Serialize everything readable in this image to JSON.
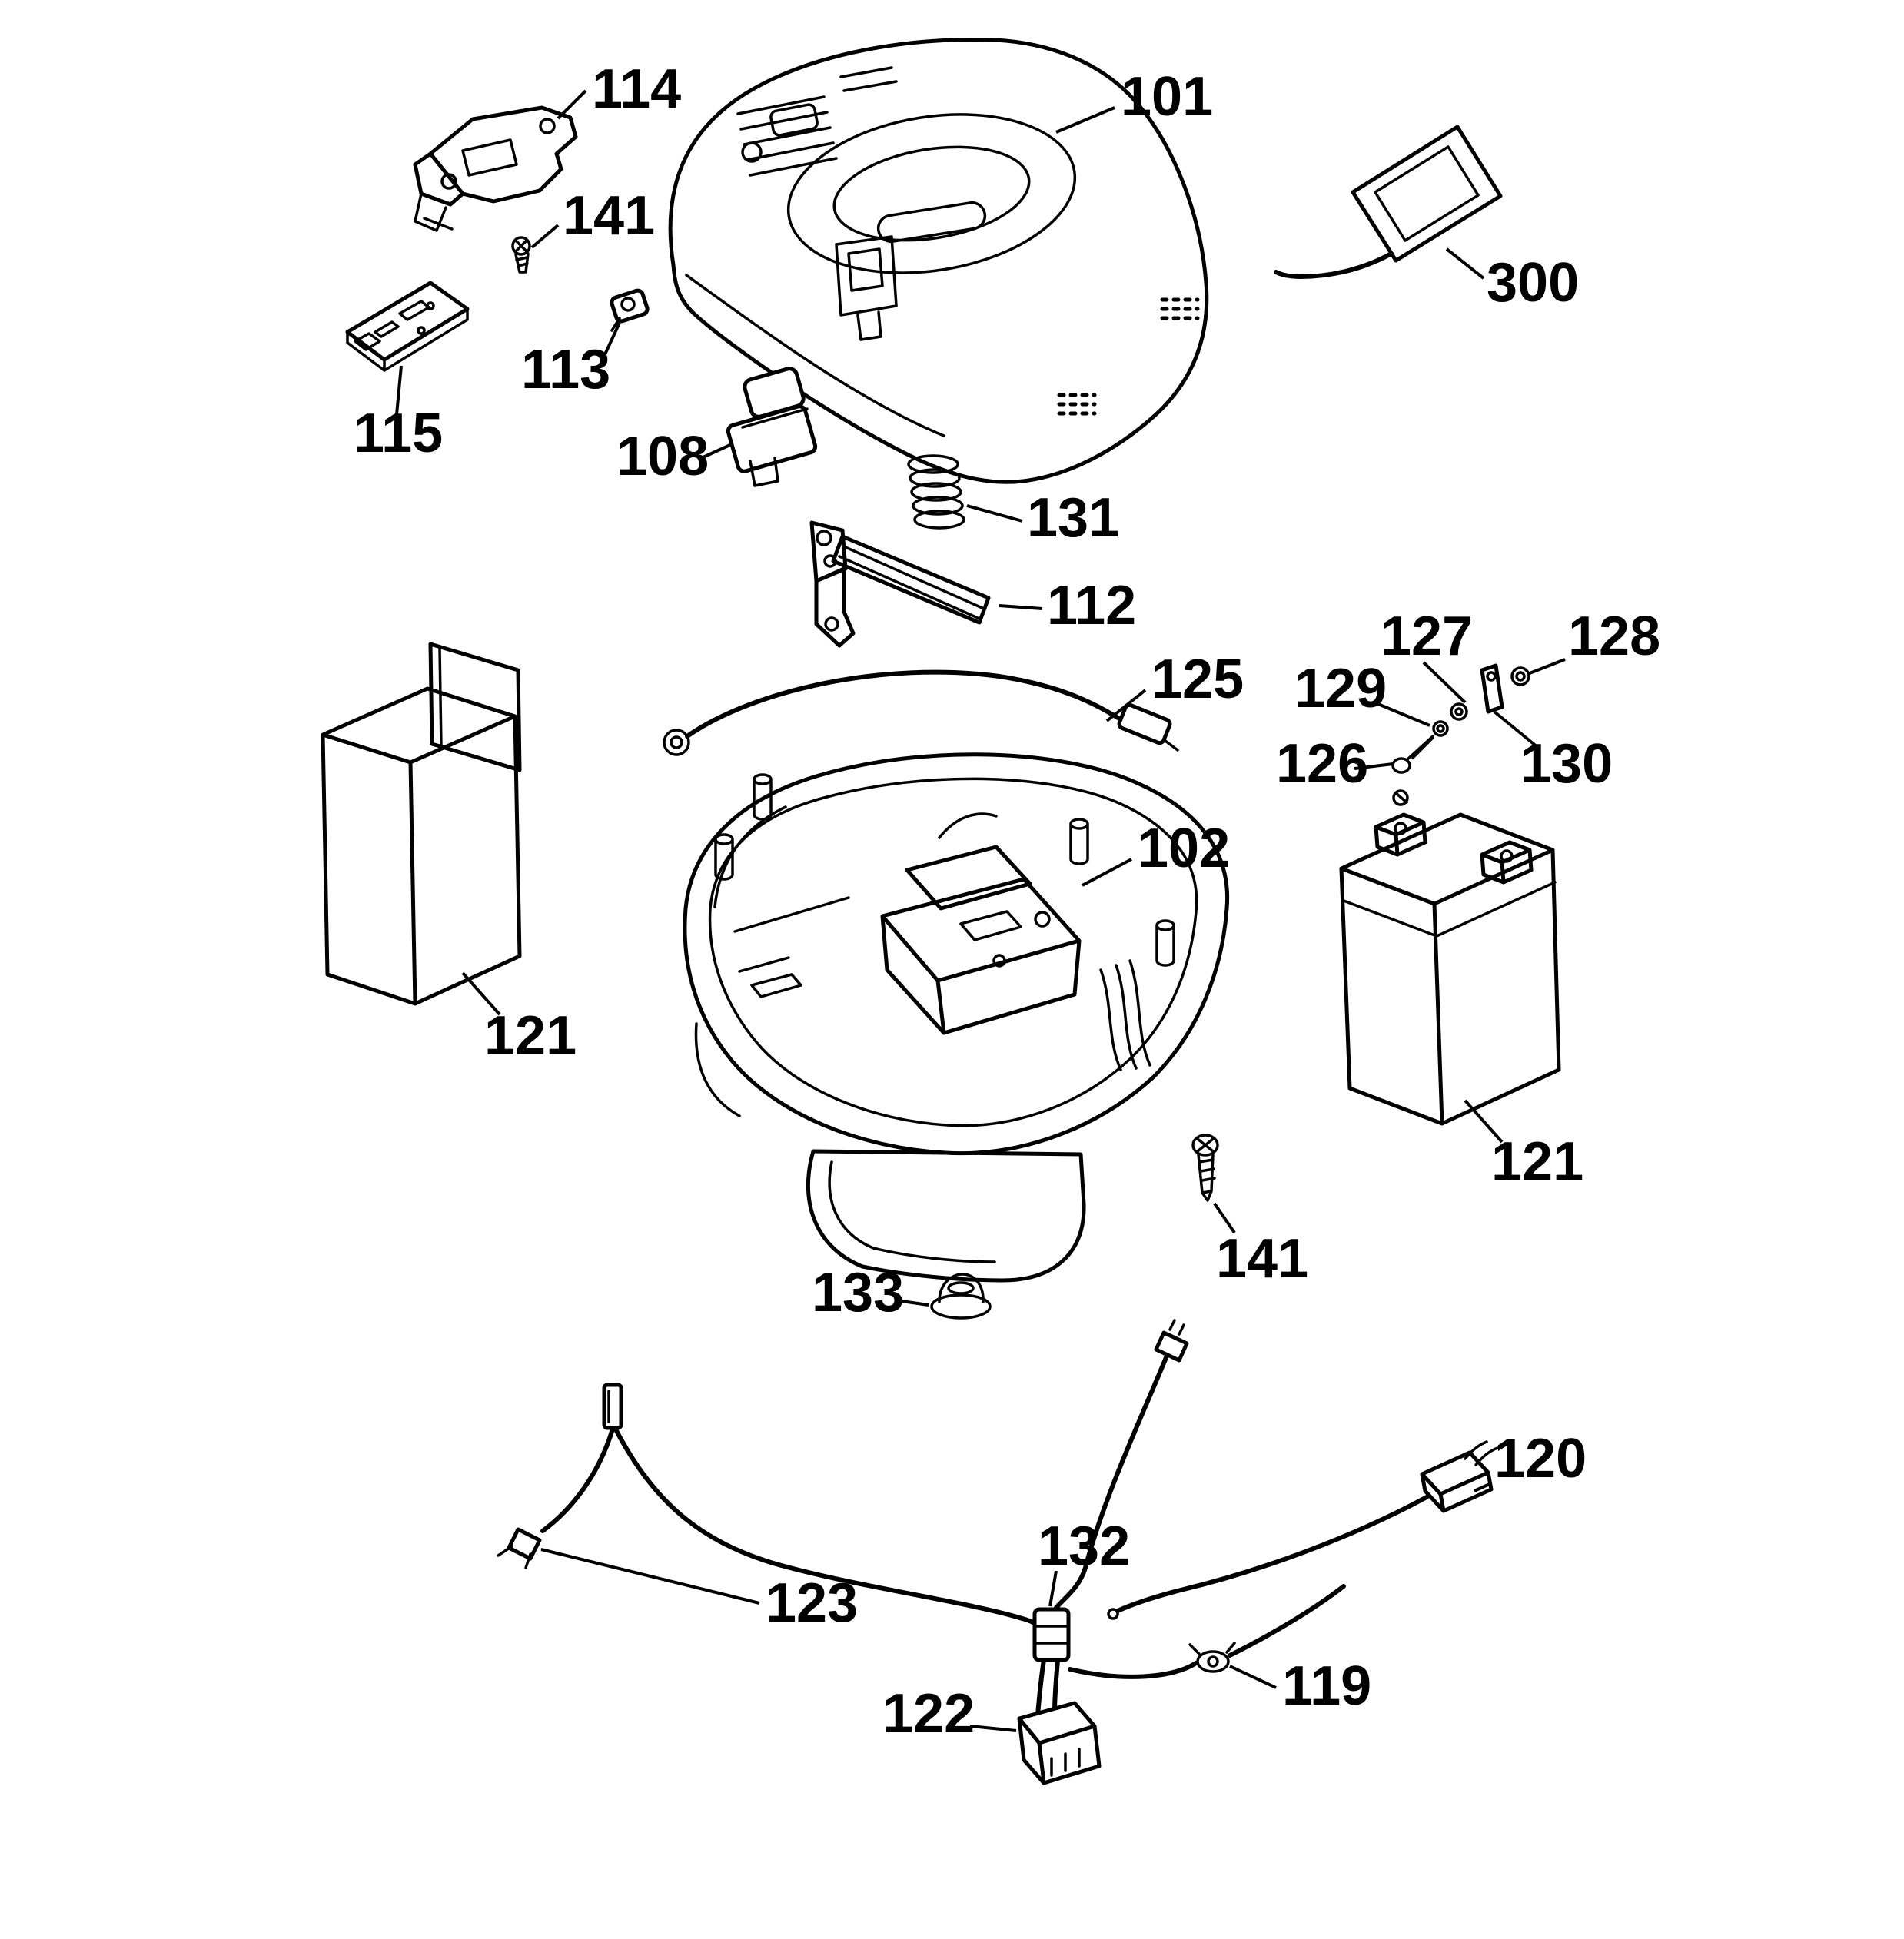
{
  "colors": {
    "background": "#ffffff",
    "line": "#000000"
  },
  "diagram_type": "exploded-parts-diagram",
  "callouts": [
    {
      "id": "label-114",
      "text": "114"
    },
    {
      "id": "label-141-top",
      "text": "141"
    },
    {
      "id": "label-101",
      "text": "101"
    },
    {
      "id": "label-300",
      "text": "300"
    },
    {
      "id": "label-113",
      "text": "113"
    },
    {
      "id": "label-115",
      "text": "115"
    },
    {
      "id": "label-108",
      "text": "108"
    },
    {
      "id": "label-131",
      "text": "131"
    },
    {
      "id": "label-112",
      "text": "112"
    },
    {
      "id": "label-125",
      "text": "125"
    },
    {
      "id": "label-127",
      "text": "127"
    },
    {
      "id": "label-128",
      "text": "128"
    },
    {
      "id": "label-129",
      "text": "129"
    },
    {
      "id": "label-126",
      "text": "126"
    },
    {
      "id": "label-130",
      "text": "130"
    },
    {
      "id": "label-102",
      "text": "102"
    },
    {
      "id": "label-121-left",
      "text": "121"
    },
    {
      "id": "label-121-right",
      "text": "121"
    },
    {
      "id": "label-141-bottom",
      "text": "141"
    },
    {
      "id": "label-133",
      "text": "133"
    },
    {
      "id": "label-120",
      "text": "120"
    },
    {
      "id": "label-123",
      "text": "123"
    },
    {
      "id": "label-132",
      "text": "132"
    },
    {
      "id": "label-119",
      "text": "119"
    },
    {
      "id": "label-122",
      "text": "122"
    }
  ]
}
